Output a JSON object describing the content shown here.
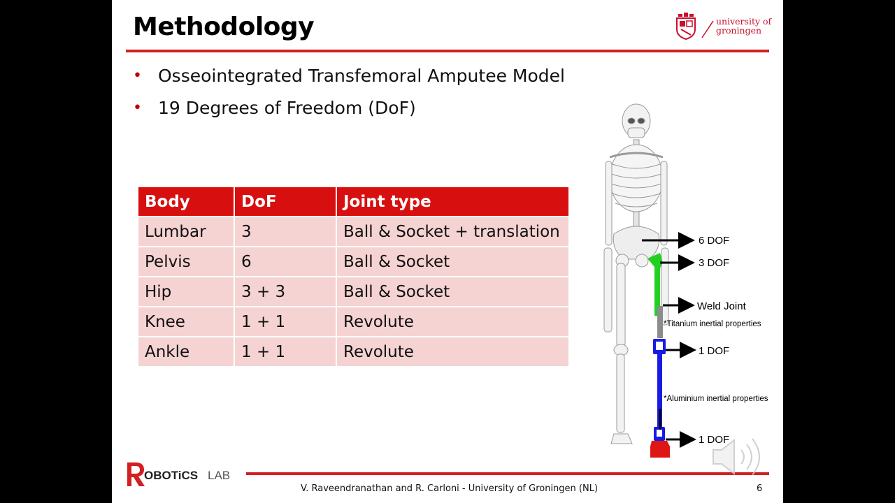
{
  "slide": {
    "title": "Methodology",
    "university": {
      "line1": "university of",
      "line2": "groningen"
    },
    "bullets": [
      "Osseointegrated Transfemoral Amputee Model",
      "19 Degrees of Freedom (DoF)"
    ],
    "table": {
      "headers": [
        "Body",
        "DoF",
        "Joint type"
      ],
      "rows": [
        [
          "Lumbar",
          "3",
          "Ball & Socket + translation"
        ],
        [
          "Pelvis",
          "6",
          "Ball & Socket"
        ],
        [
          "Hip",
          "3 + 3",
          "Ball & Socket"
        ],
        [
          "Knee",
          "1 + 1",
          "Revolute"
        ],
        [
          "Ankle",
          "1 + 1",
          "Revolute"
        ]
      ]
    },
    "figure": {
      "labels": {
        "pelvis": "6 DOF",
        "hip": "3 DOF",
        "weld": "Weld Joint",
        "titanium": "*Titanium inertial properties",
        "knee": "1 DOF",
        "aluminium": "*Aluminium inertial properties",
        "ankle": "1 DOF"
      },
      "colors": {
        "femur_stub": "#1fd31f",
        "titanium": "#8c8c8c",
        "aluminium": "#1a1ae6",
        "foot": "#e01515"
      }
    },
    "footer": {
      "lab_logo": {
        "letter": "R",
        "word1": "OBOTiCS",
        "word2": "LAB"
      },
      "authors": "V. Raveendranathan and R. Carloni - University of Groningen (NL)",
      "page": "6"
    },
    "accent_color": "#d21f22"
  }
}
